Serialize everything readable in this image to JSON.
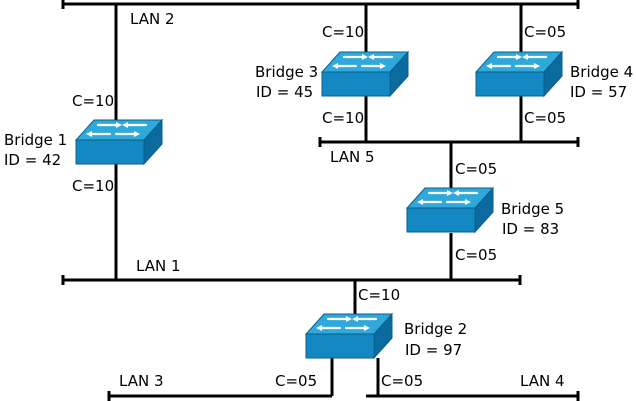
{
  "colors": {
    "line": "#000000",
    "switch_top": "#2fa9db",
    "switch_front": "#1388c2",
    "switch_side": "#0b6b9f",
    "switch_edge": "#0a5f8c",
    "arrow": "#ffffff"
  },
  "lans": [
    {
      "name": "LAN 2"
    },
    {
      "name": "LAN 5"
    },
    {
      "name": "LAN 1"
    },
    {
      "name": "LAN 3"
    },
    {
      "name": "LAN 4"
    }
  ],
  "bridges": [
    {
      "name": "Bridge 1",
      "id_text": "ID = 42"
    },
    {
      "name": "Bridge 3",
      "id_text": "ID = 45"
    },
    {
      "name": "Bridge 4",
      "id_text": "ID = 57"
    },
    {
      "name": "Bridge 5",
      "id_text": "ID = 83"
    },
    {
      "name": "Bridge 2",
      "id_text": "ID = 97"
    }
  ],
  "costs": {
    "b1_top": "C=10",
    "b1_bottom": "C=10",
    "b3_top": "C=10",
    "b3_bottom": "C=10",
    "b4_top": "C=05",
    "b4_bottom": "C=05",
    "b5_top": "C=05",
    "b5_bottom": "C=05",
    "b2_top": "C=10",
    "b2_left": "C=05",
    "b2_right": "C=05"
  }
}
